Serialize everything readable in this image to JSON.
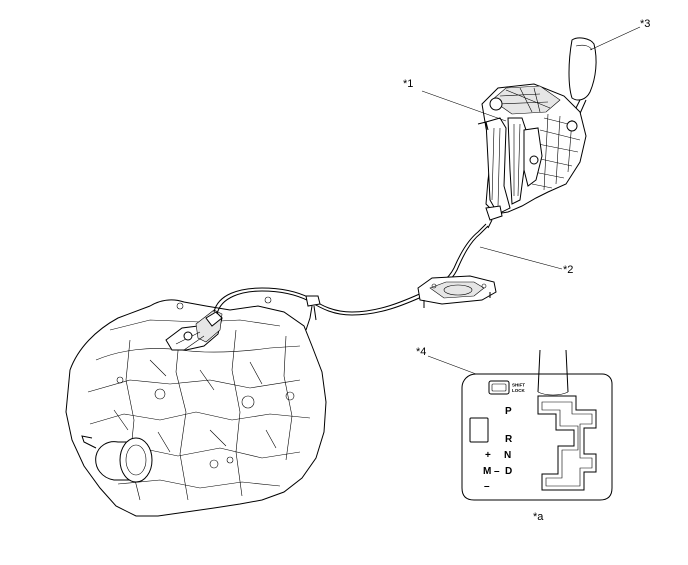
{
  "callouts": {
    "c1": "*1",
    "c2": "*2",
    "c3": "*3",
    "c4": "*4",
    "ca": "*a"
  },
  "gate": {
    "shift_lock_line1": "SHIFT",
    "shift_lock_line2": "LOCK",
    "p": "P",
    "r": "R",
    "n": "N",
    "d": "D",
    "plus": "+",
    "m": "M",
    "dash": "–",
    "minus": "–"
  }
}
